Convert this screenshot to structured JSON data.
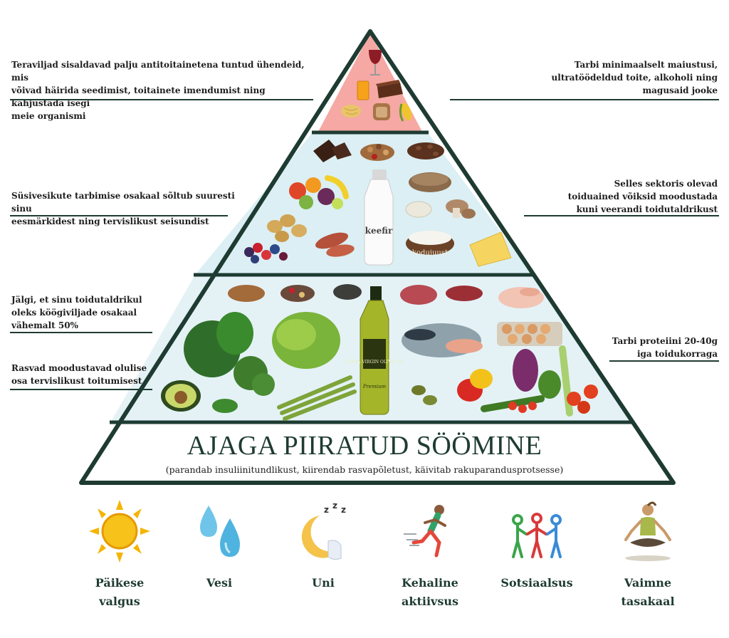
{
  "pyramid": {
    "base_title": "AJAGA PIIRATUD SÖÖMINE",
    "base_subtitle": "(parandab insuliinitundlikust, kiirendab rasvapõletust, käivitab rakuparandusprotsesse)",
    "food_labels": {
      "kefir": "keefir",
      "cottage_cheese": "kodujuust",
      "olive_oil": "EXTRA VIRGIN OLIVE OIL",
      "olive_oil_sub": "Premium"
    }
  },
  "notes": {
    "left": [
      "Teraviljad sisaldavad palju antitoitainetena tuntud ühendeid, mis\nvõivad häirida seedimist, toitainete imendumist ning kahjustada isegi\nmeie organismi",
      "Süsivesikute tarbimise osakaal sõltub suuresti sinu\neesmärkidest ning tervislikust seisundist",
      "Jälgi, et sinu toidutaldrikul\noleks köögiviljade osakaal\nvähemalt 50%",
      "Rasvad moodustavad olulise\nosa tervislikust toitumisest"
    ],
    "right": [
      "Tarbi minimaalselt maiustusi,\nultratöödeldud toite, alkoholi ning\nmagusaid jooke",
      "Selles sektoris olevad\ntoiduained võiksid moodustada\nkuni veerandi toidutaldrikust",
      "Tarbi proteiini 20-40g\niga toidukorraga"
    ]
  },
  "lifestyle": [
    {
      "label": "Päikese\nvalgus",
      "icon": "sun-icon"
    },
    {
      "label": "Vesi",
      "icon": "water-drops-icon"
    },
    {
      "label": "Uni",
      "icon": "sleep-moon-icon"
    },
    {
      "label": "Kehaline\naktiivsus",
      "icon": "runner-icon"
    },
    {
      "label": "Sotsiaalsus",
      "icon": "people-icon"
    },
    {
      "label": "Vaimne\ntasakaal",
      "icon": "meditation-icon"
    }
  ],
  "colors": {
    "outline": "#1e3b32",
    "tier_top": "#f5a8a4",
    "tier_middle": "#dbeff4",
    "tier_lower": "#e4f2f6",
    "sun": "#f5b400",
    "water": "#6ec5e9"
  }
}
